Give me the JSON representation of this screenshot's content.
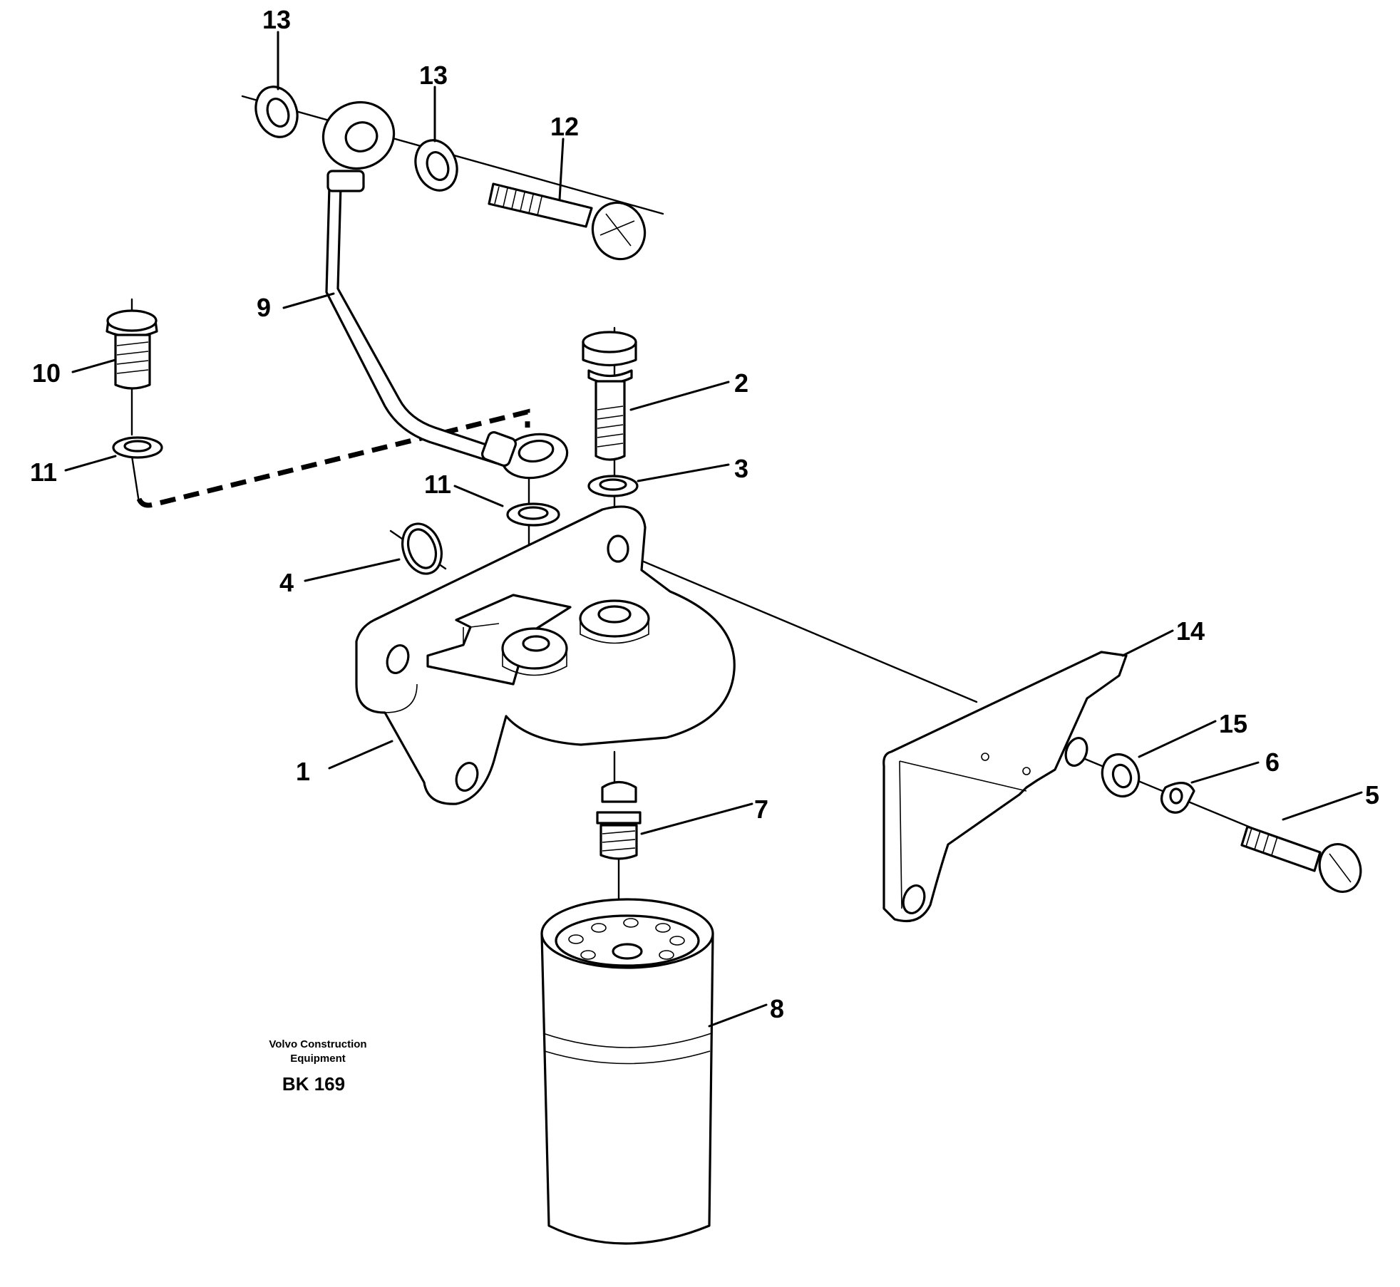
{
  "callouts": {
    "c1": "1",
    "c2": "2",
    "c3": "3",
    "c4": "4",
    "c5": "5",
    "c6": "6",
    "c7": "7",
    "c8": "8",
    "c9": "9",
    "c10": "10",
    "c11a": "11",
    "c11b": "11",
    "c12": "12",
    "c13a": "13",
    "c13b": "13",
    "c14": "14",
    "c15": "15"
  },
  "credit": {
    "line1": "Volvo Construction",
    "line2": "Equipment",
    "code": "BK 169"
  }
}
